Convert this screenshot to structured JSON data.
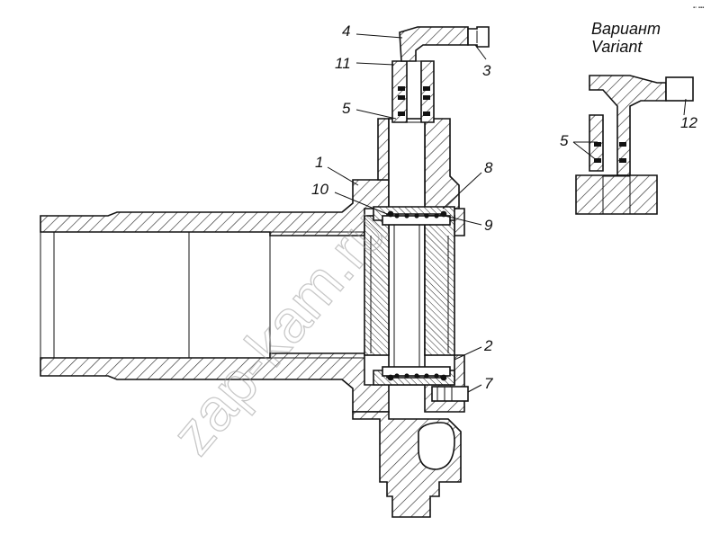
{
  "labels": {
    "n1": "1",
    "n2": "2",
    "n3": "3",
    "n4": "4",
    "n5": "5",
    "n5b": "5",
    "n7": "7",
    "n8": "8",
    "n9": "9",
    "n10": "10",
    "n11": "11",
    "n12": "12"
  },
  "variant": {
    "title_ru": "Вариант",
    "title_en": "Variant"
  },
  "watermark": "zap-kam.ru",
  "corner_mark": "▪▫ ▪▪▪",
  "colors": {
    "ink": "#111111",
    "hatch": "#222222",
    "watermark": "#9a9a9a",
    "background": "#ffffff"
  }
}
